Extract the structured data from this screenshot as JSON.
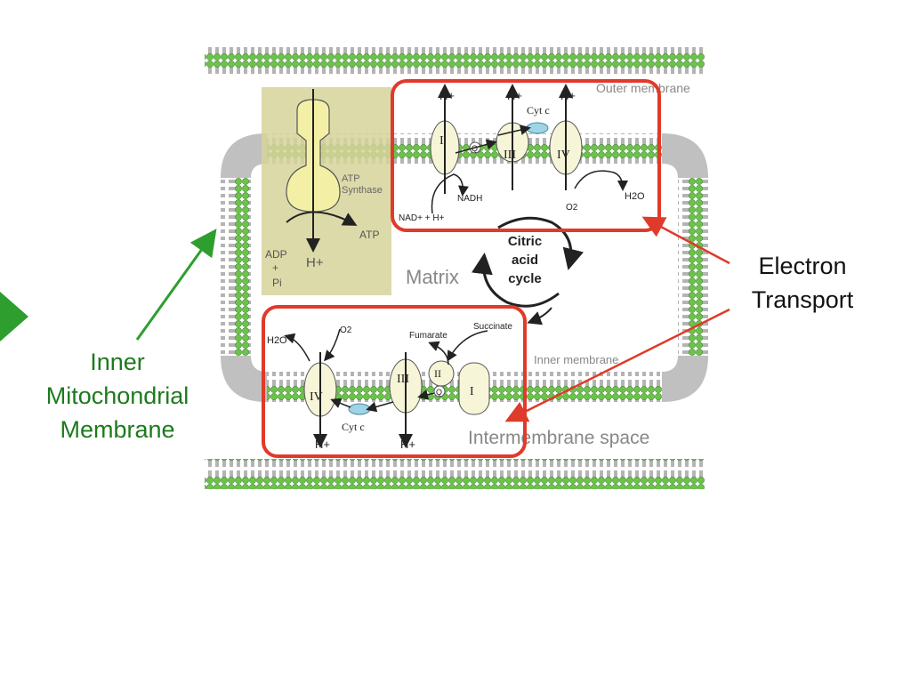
{
  "colors": {
    "phospholipid_head": "#6cc24a",
    "phospholipid_tail": "#8c8c8c",
    "highlight_box": "#e03a2a",
    "annotation_arrow_green": "#2e9e2e",
    "synthase_region": "#d6d49a",
    "protein_fill": "#f7f5d8"
  },
  "diagram": {
    "outer_membrane_label": "Outer membrane",
    "inner_membrane_label": "Inner membrane",
    "matrix_label": "Matrix",
    "intermembrane_label": "Intermembrane space",
    "atp_synthase_label_1": "ATP",
    "atp_synthase_label_2": "Synthase",
    "atp_label": "ATP",
    "adp_label": "ADP",
    "plus_label": "+",
    "pi_label": "Pi",
    "h_plus": "H+",
    "cycle_label_1": "Citric",
    "cycle_label_2": "acid",
    "cycle_label_3": "cycle",
    "top_chain": {
      "complex_1": "I",
      "complex_3": "III",
      "complex_4": "IV",
      "q": "Q",
      "cyt_c": "Cyt c",
      "nadh": "NADH",
      "nad": "NAD+ + H+",
      "o2": "O2",
      "h2o": "H2O"
    },
    "bottom_chain": {
      "complex_4": "IV",
      "complex_3": "III",
      "complex_2": "II",
      "complex_1": "I",
      "q": "Q",
      "cyt_c": "Cyt c",
      "o2": "O2",
      "h2o": "H2O",
      "fumarate": "Fumarate",
      "succinate": "Succinate"
    }
  },
  "annotations": {
    "inner_membrane": [
      "Inner",
      "Mitochondrial",
      "Membrane"
    ],
    "electron_transport": [
      "Electron",
      "Transport"
    ]
  }
}
